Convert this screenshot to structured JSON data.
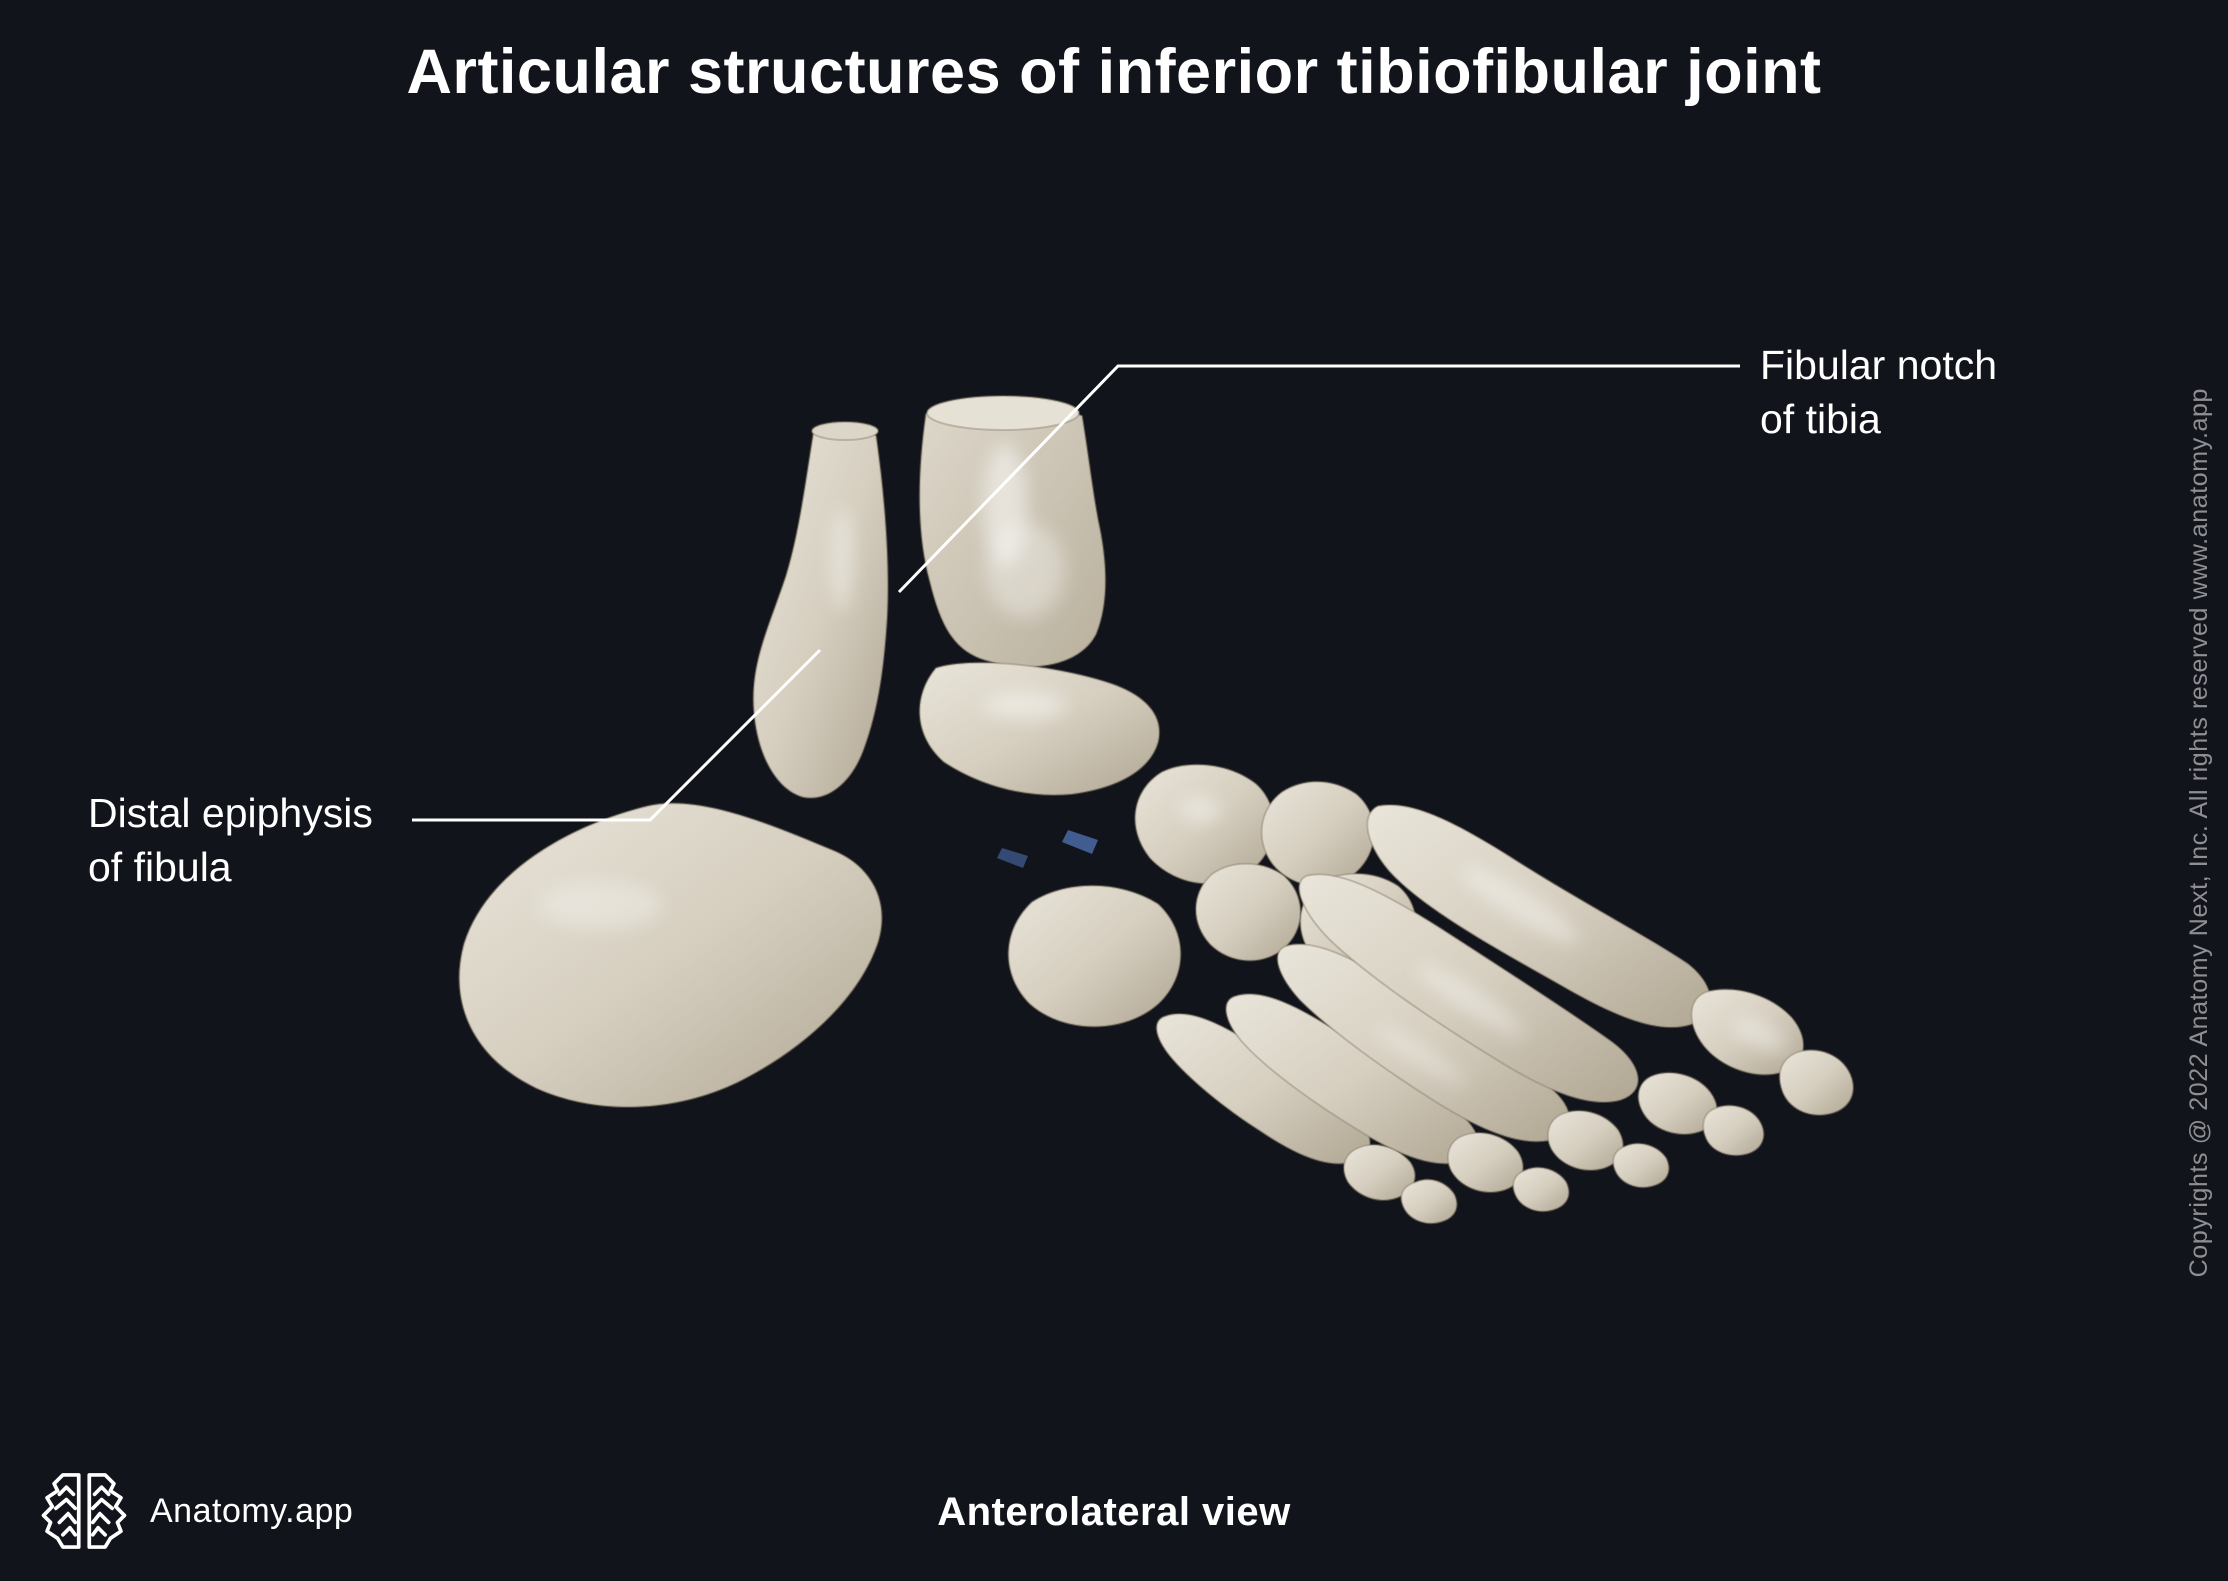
{
  "title": "Articular structures of inferior tibiofibular joint",
  "labels": [
    {
      "id": "fibular-notch-of-tibia",
      "line1": "Fibular notch",
      "line2": "of tibia"
    },
    {
      "id": "distal-epiphysis-of-fibula",
      "line1": "Distal epiphysis",
      "line2": "of fibula"
    }
  ],
  "illustration": {
    "subject": "ankle-and-foot-skeleton",
    "bone_color": "#d6cfc0",
    "bone_highlight": "#efece4",
    "bone_shadow": "#b0a693",
    "ligament_blue": "#47649c",
    "leader_line_color": "#ffffff",
    "background_color": "#12141b"
  },
  "sidebar": {
    "copyright": "Copyrights @ 2022 Anatomy Next, Inc. All rights reserved www.anatomy.app"
  },
  "footer": {
    "brand": "Anatomy.app",
    "view_caption": "Anterolateral view"
  }
}
